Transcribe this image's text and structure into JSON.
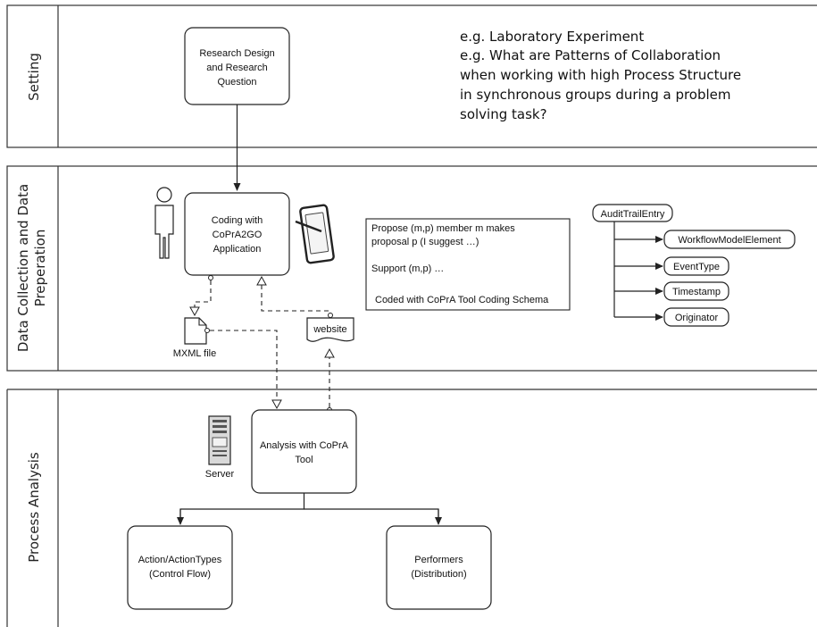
{
  "lanes": {
    "setting": "Setting",
    "data_collection": [
      "Data Collection and Data",
      "Preperation"
    ],
    "process_analysis": "Process Analysis"
  },
  "setting": {
    "research_box": [
      "Research Design",
      "and Research",
      "Question"
    ],
    "examples": [
      "e.g. Laboratory Experiment",
      "e.g. What are Patterns of Collaboration",
      "when working with high Process Structure",
      "in synchronous groups during a problem",
      "solving task?"
    ]
  },
  "data_collection": {
    "coding_box": [
      "Coding with",
      "CoPrA2GO",
      "Application"
    ],
    "mxml_label": "MXML file",
    "website_label": "website",
    "coding_note": [
      "Propose (m,p) member m makes",
      "proposal p (I suggest …)",
      "",
      "Support (m,p) …",
      "",
      "Coded with CoPrA Tool Coding Schema"
    ],
    "audit_root": "AuditTrailEntry",
    "audit_children": [
      "WorkflowModelElement",
      "EventType",
      "Timestamp",
      "Originator"
    ]
  },
  "process_analysis": {
    "analysis_box": [
      "Analysis with CoPrA",
      "Tool"
    ],
    "server_label": "Server",
    "action_box": [
      "Action/ActionTypes",
      "(Control Flow)"
    ],
    "performers_box": [
      "Performers",
      "(Distribution)"
    ]
  }
}
